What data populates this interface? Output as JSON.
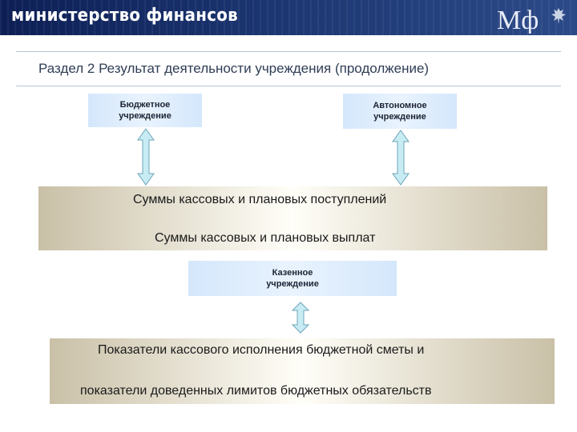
{
  "header": {
    "title": "министерство финансов",
    "logo_text": "Мф"
  },
  "slide": {
    "title": "Раздел 2 Результат деятельности учреждения (продолжение)"
  },
  "units": {
    "budget": {
      "line1": "Бюджетное",
      "line2": "учреждение"
    },
    "autonomous": {
      "line1": "Автономное",
      "line2": "учреждение"
    },
    "state": {
      "line1": "Казенное",
      "line2": "учреждение"
    }
  },
  "band_top": {
    "line1": "Суммы кассовых и плановых поступлений",
    "line2": "Суммы кассовых и плановых выплат"
  },
  "band_bottom": {
    "line1": "Показатели кассового исполнения бюджетной сметы и",
    "line2": "показатели доведенных лимитов бюджетных обязательств"
  },
  "colors": {
    "header_bg": "#1b3570",
    "unit_box_fill": "#d4e7fb",
    "arrow_fill": "#c7ecf4",
    "band_fill": "#c9c0a7"
  }
}
